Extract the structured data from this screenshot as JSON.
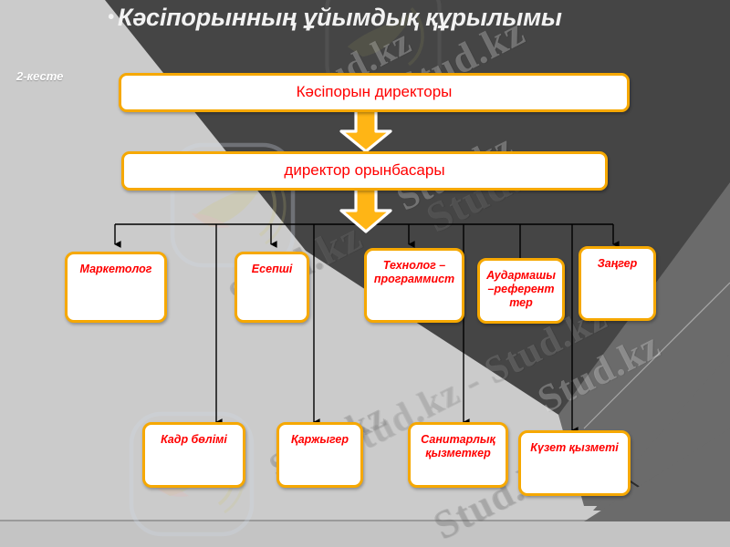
{
  "slide": {
    "title": "Кәсіпорынның ұйымдық құрылымы",
    "title_bullet": "•",
    "table_label": "2-кесте",
    "watermark_text": "Stud.kz",
    "watermark_text_long": "Stud.kz - Stud.kz",
    "colors": {
      "box_border": "#F6A800",
      "box_fill": "#FFFFFF",
      "label_text": "#FF0000",
      "title_text": "#F2F2F2",
      "bg_light": "#CCCCCC",
      "bg_dark": "#444444",
      "bg_mid": "#6B6B6B",
      "arrow_fill": "#FFB515",
      "connector": "#000000"
    }
  },
  "chart_data": {
    "type": "diagram",
    "diagram_kind": "org-chart",
    "title": "Кәсіпорынның ұйымдық құрылымы",
    "nodes": [
      {
        "id": "n1",
        "label": "Кәсіпорын директоры",
        "tier": 1
      },
      {
        "id": "n2",
        "label": "директор орынбасары",
        "tier": 2
      },
      {
        "id": "n3",
        "label": "Маркетолог",
        "tier": 3
      },
      {
        "id": "n4",
        "label": "Есепші",
        "tier": 3
      },
      {
        "id": "n5",
        "label": "Технолог –\nпрограммист",
        "tier": 3
      },
      {
        "id": "n6",
        "label": "Аудармашы\n–референт\nтер",
        "tier": 3
      },
      {
        "id": "n7",
        "label": "Заңгер",
        "tier": 3
      },
      {
        "id": "n8",
        "label": "Кадр бөлімі",
        "tier": 4
      },
      {
        "id": "n9",
        "label": "Қаржыгер",
        "tier": 4
      },
      {
        "id": "n10",
        "label": "Санитарлық\nқызметкер",
        "tier": 4
      },
      {
        "id": "n11",
        "label": "Күзет қызметі",
        "tier": 4
      }
    ],
    "edges": [
      {
        "from": "n1",
        "to": "n2",
        "style": "block-arrow"
      },
      {
        "from": "n2",
        "to": "bus",
        "style": "block-arrow"
      },
      {
        "from": "bus",
        "to": "n3",
        "style": "line-arrow"
      },
      {
        "from": "bus",
        "to": "n4",
        "style": "line-arrow"
      },
      {
        "from": "bus",
        "to": "n5",
        "style": "line-arrow"
      },
      {
        "from": "bus",
        "to": "n6",
        "style": "line-arrow"
      },
      {
        "from": "bus",
        "to": "n7",
        "style": "line-arrow"
      },
      {
        "from": "bus",
        "to": "n8",
        "style": "line-arrow"
      },
      {
        "from": "bus",
        "to": "n9",
        "style": "line-arrow"
      },
      {
        "from": "bus",
        "to": "n10",
        "style": "line-arrow"
      },
      {
        "from": "bus",
        "to": "n11",
        "style": "line-arrow"
      }
    ]
  }
}
